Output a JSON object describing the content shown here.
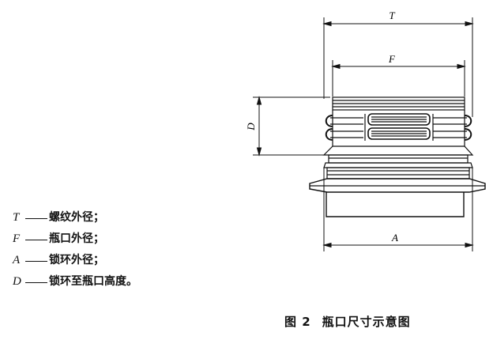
{
  "figure": {
    "labels": {
      "T": "T",
      "F": "F",
      "D": "D",
      "A": "A"
    },
    "legend": [
      {
        "symbol": "T",
        "text": "螺纹外径；"
      },
      {
        "symbol": "F",
        "text": "瓶口外径；"
      },
      {
        "symbol": "A",
        "text": "锁环外径；"
      },
      {
        "symbol": "D",
        "text": "锁环至瓶口高度。"
      }
    ],
    "caption": {
      "number": "图 2",
      "title": "瓶口尺寸示意图"
    }
  }
}
